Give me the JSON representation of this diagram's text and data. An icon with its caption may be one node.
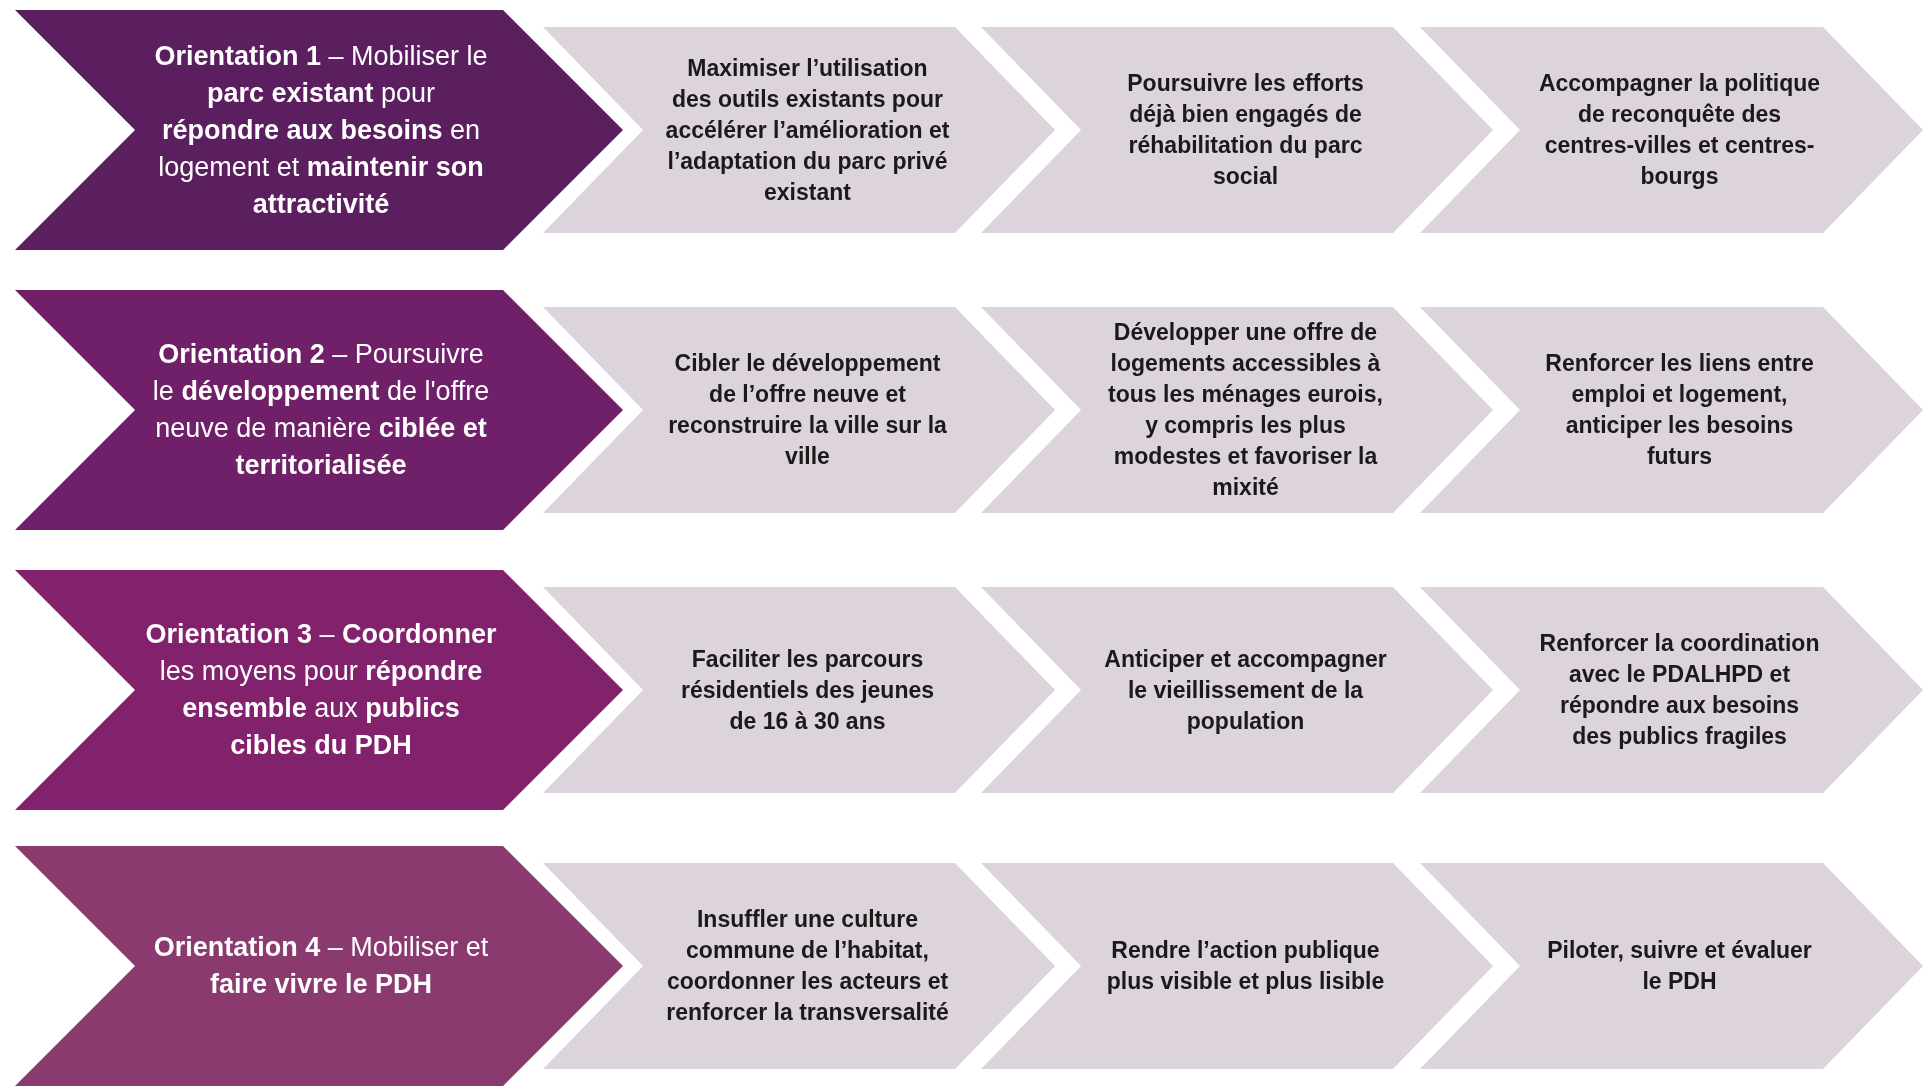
{
  "diagram": {
    "nodes": [
      {
        "text": [
          "**Orientation 1** – Mobiliser le **parc existant** pour **répondre aux besoins** en logement et **maintenir son attractivité**"
        ]
      },
      {
        "text": [
          "Maximiser l’utilisation des outils existants pour accélérer l’amélioration et l’adaptation du parc privé existant"
        ]
      },
      {
        "text": [
          "Poursuivre les efforts déjà bien engagés de réhabilitation du parc social"
        ]
      },
      {
        "text": [
          "Accompagner la politique de reconquête des centres-villes et centres-bourgs"
        ]
      },
      {
        "text": [
          "**Orientation 2** – Poursuivre le **développement** de l'offre neuve de manière **ciblée et territorialisée**"
        ]
      },
      {
        "text": [
          "Cibler le développement de l’offre neuve et reconstruire la ville sur la ville"
        ]
      },
      {
        "text": [
          "Développer une offre de logements accessibles à tous les ménages eurois, y compris les plus modestes et favoriser la mixité"
        ]
      },
      {
        "text": [
          "Renforcer les liens entre emploi et logement, anticiper les besoins futurs"
        ]
      },
      {
        "text": [
          "**Orientation 3** – **Coordonner** les moyens pour **répondre ensemble** aux **publics cibles du PDH**"
        ]
      },
      {
        "text": [
          "Faciliter les parcours résidentiels des jeunes de 16 à 30 ans"
        ]
      },
      {
        "text": [
          "Anticiper et accompagner le vieillissement de la population"
        ]
      },
      {
        "text": [
          "Renforcer la coordination avec le PDALHPD et répondre aux besoins des publics fragiles"
        ]
      },
      {
        "text": [
          "**Orientation 4** – Mobiliser et **faire vivre le PDH**"
        ]
      },
      {
        "text": [
          "Insuffler une culture commune de l’habitat, coordonner les acteurs et renforcer la transversalité"
        ]
      },
      {
        "text": [
          "Rendre l’action publique plus visible et plus lisible"
        ]
      },
      {
        "text": [
          "Piloter, suivre et évaluer le PDH"
        ]
      }
    ]
  }
}
